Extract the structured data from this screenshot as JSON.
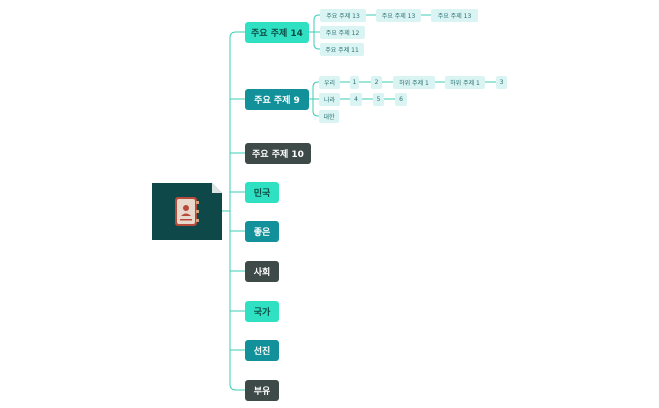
{
  "mindmap": {
    "root": {
      "icon": "address-book-icon",
      "color": "#0f4848"
    },
    "colors": {
      "line": "#3ccdb5",
      "turquoise": "#2fe0c2",
      "teal": "#12919a",
      "dark": "#3d4a47",
      "leaf": "#d9f4f2"
    },
    "topics": [
      {
        "label": "주요 주제 14",
        "subtopics": [
          {
            "label": "주요 주제 13",
            "children": [
              "주요 주제 13",
              "주요 주제 13"
            ]
          },
          {
            "label": "주요 주제 12"
          },
          {
            "label": "주요 주제 11"
          }
        ]
      },
      {
        "label": "주요 주제 9",
        "subtopics": [
          {
            "label": "우리",
            "children": [
              "1",
              "2",
              "하위 주제 1",
              "하위 주제 1",
              "3"
            ]
          },
          {
            "label": "나라",
            "children": [
              "4",
              "5",
              "6"
            ]
          },
          {
            "label": "대한"
          }
        ]
      },
      {
        "label": "주요 주제 10"
      },
      {
        "label": "민국"
      },
      {
        "label": "좋은"
      },
      {
        "label": "사회"
      },
      {
        "label": "국가"
      },
      {
        "label": "선진"
      },
      {
        "label": "부유"
      }
    ]
  }
}
